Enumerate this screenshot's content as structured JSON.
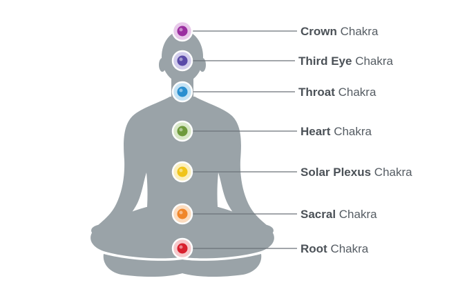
{
  "colors": {
    "silhouette": "#9aa3a8",
    "leader_line": "#6b7177",
    "label_text": "#555c63"
  },
  "chakras": [
    {
      "name_bold": "Crown",
      "name_rest": " Chakra",
      "color": "#9b2fa0",
      "halo": "#e8c9ea"
    },
    {
      "name_bold": "Third Eye",
      "name_rest": " Chakra",
      "color": "#5a4aa8",
      "halo": "#d2cdec"
    },
    {
      "name_bold": "Throat",
      "name_rest": " Chakra",
      "color": "#2a8fd0",
      "halo": "#c6e3f4"
    },
    {
      "name_bold": "Heart",
      "name_rest": " Chakra",
      "color": "#6e9a3c",
      "halo": "#d9e8c8"
    },
    {
      "name_bold": "Solar Plexus",
      "name_rest": " Chakra",
      "color": "#f0c419",
      "halo": "#fbefbd"
    },
    {
      "name_bold": "Sacral",
      "name_rest": " Chakra",
      "color": "#f0862a",
      "halo": "#fcdcbf"
    },
    {
      "name_bold": "Root",
      "name_rest": " Chakra",
      "color": "#d8202e",
      "halo": "#f6c8cb"
    }
  ]
}
